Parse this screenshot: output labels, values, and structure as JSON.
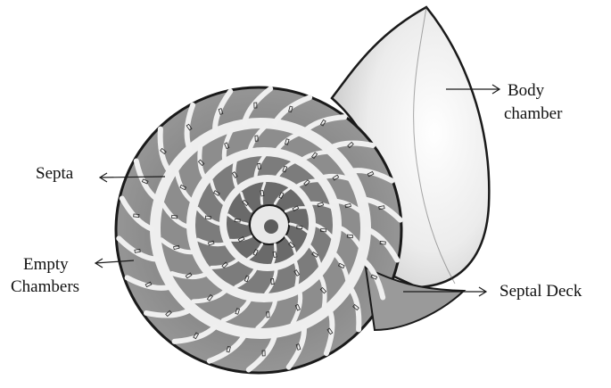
{
  "labels": {
    "body_chamber_line1": "Body",
    "body_chamber_line2": "chamber",
    "septa": "Septa",
    "empty_chambers_line1": "Empty",
    "empty_chambers_line2": "Chambers",
    "septal_deck": "Septal Deck"
  },
  "colors": {
    "ink": "#1a1a1a",
    "shell_light": "#f1f1f1",
    "chamber_shade": "#8a8a8a",
    "chamber_dark": "#5c5c5c"
  }
}
